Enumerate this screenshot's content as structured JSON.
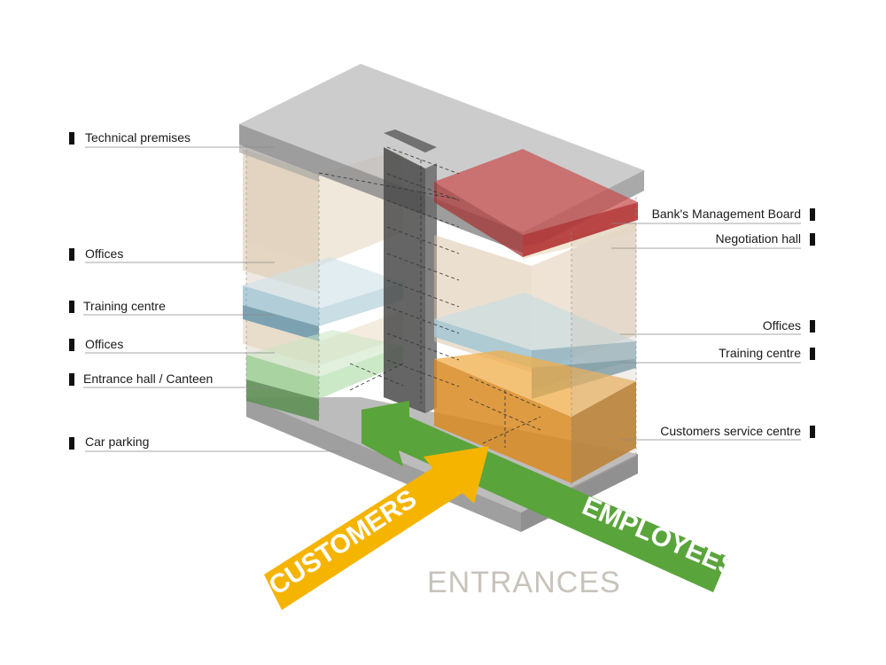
{
  "labels_left": [
    {
      "id": "technical-premises",
      "text": "Technical premises"
    },
    {
      "id": "offices-upper",
      "text": "Offices"
    },
    {
      "id": "training-centre-left",
      "text": "Training centre"
    },
    {
      "id": "offices-lower",
      "text": "Offices"
    },
    {
      "id": "entrance-hall",
      "text": "Entrance hall / Canteen"
    },
    {
      "id": "car-parking",
      "text": "Car parking"
    }
  ],
  "labels_right": [
    {
      "id": "management-board",
      "text": "Bank's Management Board"
    },
    {
      "id": "negotiation-hall",
      "text": "Negotiation hall"
    },
    {
      "id": "offices-right",
      "text": "Offices"
    },
    {
      "id": "training-centre-right",
      "text": "Training centre"
    },
    {
      "id": "customers-service",
      "text": "Customers service centre"
    }
  ],
  "arrows": {
    "customers": "CUSTOMERS",
    "employees": "EMPLOYEES"
  },
  "caption": "ENTRANCES",
  "colors": {
    "customers": "#f5b400",
    "employees": "#5aa43c",
    "management": "#c43c3c",
    "training": "#9cc4d0",
    "offices": "#e2cdb0",
    "entrance": "#7fbf7a",
    "service": "#e89418",
    "concrete": "#9a9a9a"
  }
}
